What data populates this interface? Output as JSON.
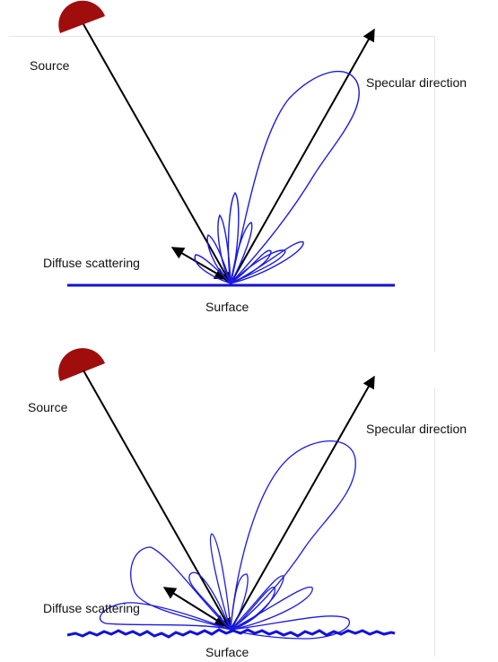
{
  "panels": [
    {
      "source_label": "Source",
      "specular_label": "Specular direction",
      "diffuse_label": "Diffuse scattering",
      "surface_label": "Surface",
      "surface_type": "smooth"
    },
    {
      "source_label": "Source",
      "specular_label": "Specular direction",
      "diffuse_label": "Diffuse scattering",
      "surface_label": "Surface",
      "surface_type": "rough"
    }
  ],
  "colors": {
    "source": "#a00d0d",
    "lobe": "#1a1ae0",
    "surface": "#1212d8",
    "arrow": "#000000"
  }
}
